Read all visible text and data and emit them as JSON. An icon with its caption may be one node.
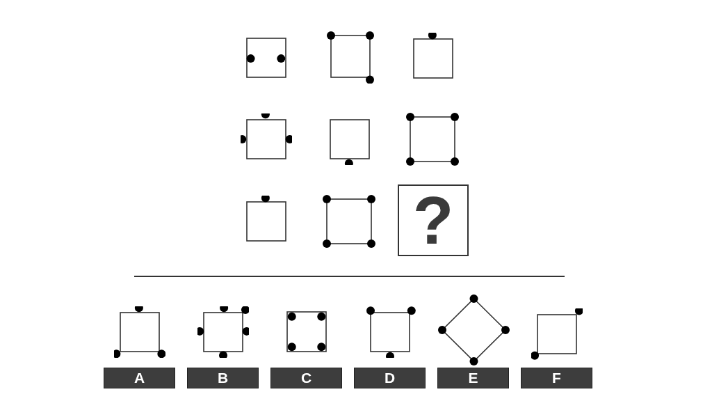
{
  "diagram": {
    "nodes": [
      {
        "text": [],
        "shape": "box"
      },
      {
        "text": [],
        "shape": "box"
      },
      {
        "text": [],
        "shape": "box"
      },
      {
        "text": [],
        "shape": "box"
      },
      {
        "text": [],
        "shape": "box"
      },
      {
        "text": [],
        "shape": "box"
      },
      {
        "text": [],
        "shape": "box"
      },
      {
        "text": [],
        "shape": "box"
      },
      {
        "text": [
          "?"
        ]
      },
      {
        "text": [],
        "shape": "box"
      },
      {
        "text": [],
        "shape": "box"
      },
      {
        "text": [],
        "shape": "box"
      },
      {
        "text": [],
        "shape": "box"
      },
      {
        "text": [],
        "shape": "diamond"
      },
      {
        "text": [],
        "shape": "box"
      },
      {
        "text": [
          "A"
        ]
      },
      {
        "text": [
          "B"
        ]
      },
      {
        "text": [
          "C"
        ]
      },
      {
        "text": [
          "D"
        ]
      },
      {
        "text": [
          "E"
        ]
      },
      {
        "text": [
          "F"
        ]
      }
    ],
    "edges": []
  }
}
